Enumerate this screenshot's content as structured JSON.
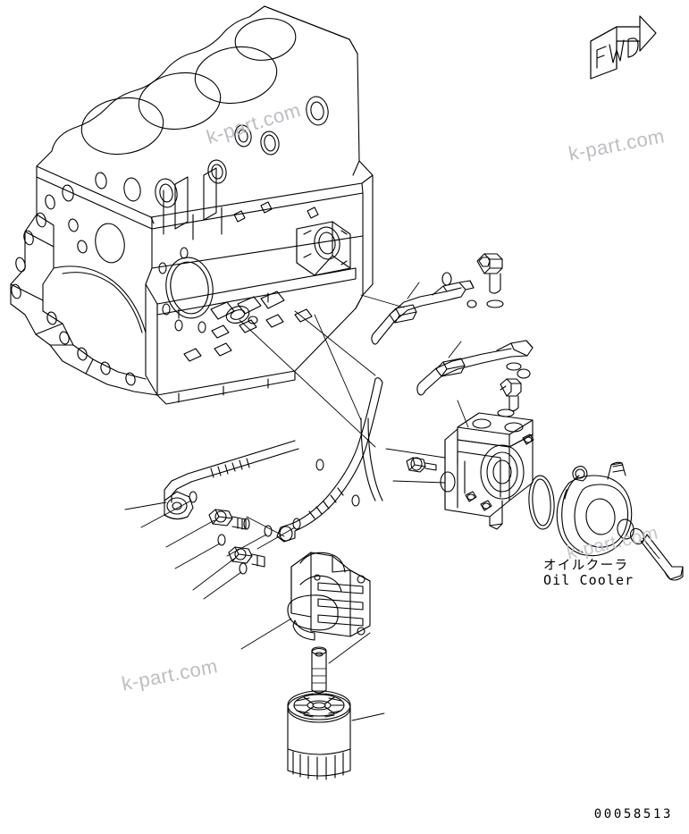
{
  "sheet": {
    "part_number": "00058513",
    "background_color": "#ffffff",
    "line_color": "#000000",
    "watermark_color": "#b9b9bd"
  },
  "orientation_marker": {
    "label": "FWD",
    "name": "forward-direction-arrow"
  },
  "watermarks": [
    {
      "text": "k-part.com"
    },
    {
      "text": "k-part.com"
    },
    {
      "text": "k-part.com"
    },
    {
      "text": "k-part.com"
    }
  ],
  "callouts": [
    {
      "name": "oil-cooler",
      "label_jp": "オイルクーラ",
      "label_en": "Oil Cooler"
    }
  ],
  "components": [
    {
      "name": "engine-cylinder-block",
      "cylinders": 4
    },
    {
      "name": "upper-oil-tube-assembly"
    },
    {
      "name": "lower-oil-tube-assembly"
    },
    {
      "name": "oil-filter-head-housing"
    },
    {
      "name": "oil-cooler-body"
    },
    {
      "name": "oil-cooler-o-ring"
    },
    {
      "name": "oil-cooler-center-bolt"
    },
    {
      "name": "oil-filter-bracket"
    },
    {
      "name": "spin-on-oil-filter"
    },
    {
      "name": "filter-center-stud"
    },
    {
      "name": "elbow-fitting-upper"
    },
    {
      "name": "elbow-fitting-lower"
    },
    {
      "name": "elbow-fitting-left-upper"
    },
    {
      "name": "elbow-fitting-left-lower"
    },
    {
      "name": "banjo-bolt-plug"
    },
    {
      "name": "sealing-washer-set"
    }
  ]
}
